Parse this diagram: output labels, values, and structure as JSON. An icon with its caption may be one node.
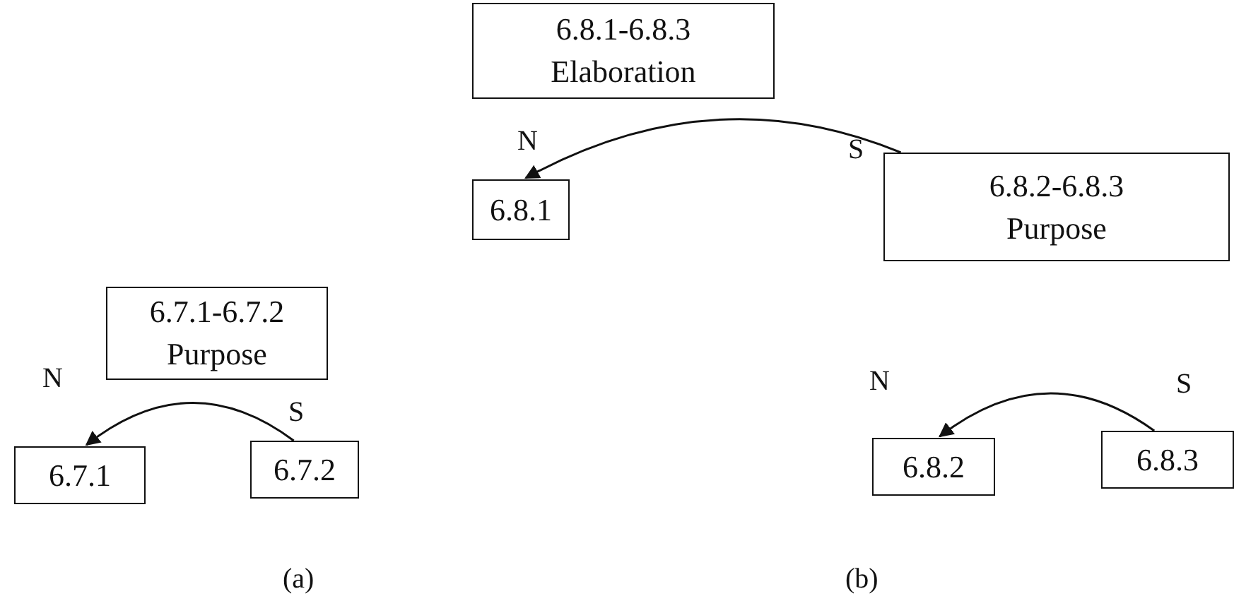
{
  "diagram": {
    "nodes": [
      {
        "text": [
          "6.7.1-6.7.2",
          "Purpose"
        ]
      },
      {
        "text": [
          "6.7.1"
        ]
      },
      {
        "text": [
          "6.7.2"
        ]
      },
      {
        "text": [
          "6.8.1-6.8.3",
          "Elaboration"
        ]
      },
      {
        "text": [
          "6.8.1"
        ]
      },
      {
        "text": [
          "6.8.2-6.8.3",
          "Purpose"
        ]
      },
      {
        "text": [
          "6.8.2"
        ]
      },
      {
        "text": [
          "6.8.3"
        ]
      }
    ],
    "edges": [
      {
        "from": 2,
        "to": 1,
        "arrow": "to"
      },
      {
        "from": 5,
        "to": 4,
        "arrow": "to"
      },
      {
        "from": 7,
        "to": 6,
        "arrow": "to"
      }
    ],
    "labels": [
      "N",
      "S",
      "N",
      "S",
      "N",
      "S",
      "(a)",
      "(b)"
    ]
  }
}
